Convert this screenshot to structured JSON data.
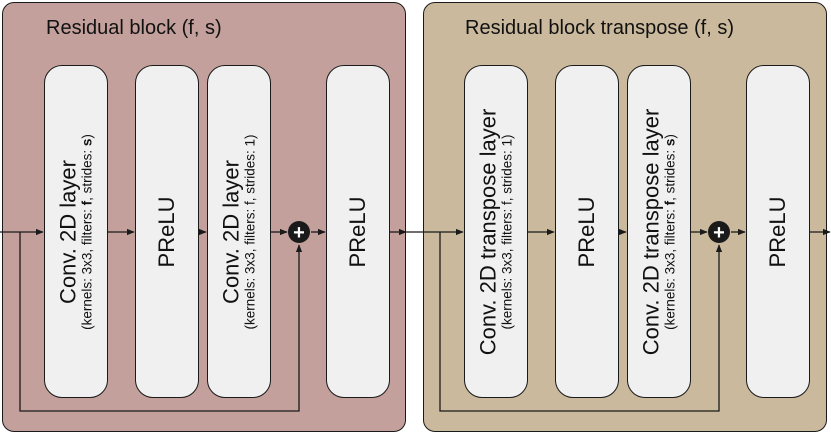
{
  "left_block": {
    "title": "Residual block (f, s)",
    "layers": [
      {
        "main": "Conv. 2D layer",
        "sub_prefix": "(kernels: 3x3, filters: ",
        "sub_f": "f",
        "sub_mid": ", strides: ",
        "sub_s": "s",
        "sub_suffix": ")"
      },
      {
        "main": "PReLU"
      },
      {
        "main": "Conv. 2D layer",
        "sub": "(kernels: 3x3, filters: f, strides: 1)"
      },
      {
        "main": "PReLU"
      }
    ]
  },
  "right_block": {
    "title": "Residual block transpose (f, s)",
    "layers": [
      {
        "main": "Conv. 2D transpose layer",
        "sub": "(kernels: 3x3, filters: f, strides: 1)"
      },
      {
        "main": "PReLU"
      },
      {
        "main": "Conv. 2D transpose layer",
        "sub_prefix": "(kernels: 3x3, filters: ",
        "sub_f": "f",
        "sub_mid": ", strides: ",
        "sub_s": "s",
        "sub_suffix": ")"
      },
      {
        "main": "PReLU"
      }
    ]
  },
  "add_symbol": "+",
  "colors": {
    "left_panel": "#c3a09b",
    "right_panel": "#cab99c",
    "layer_fill": "#f0f0f0",
    "stroke": "#1a1a1a"
  }
}
